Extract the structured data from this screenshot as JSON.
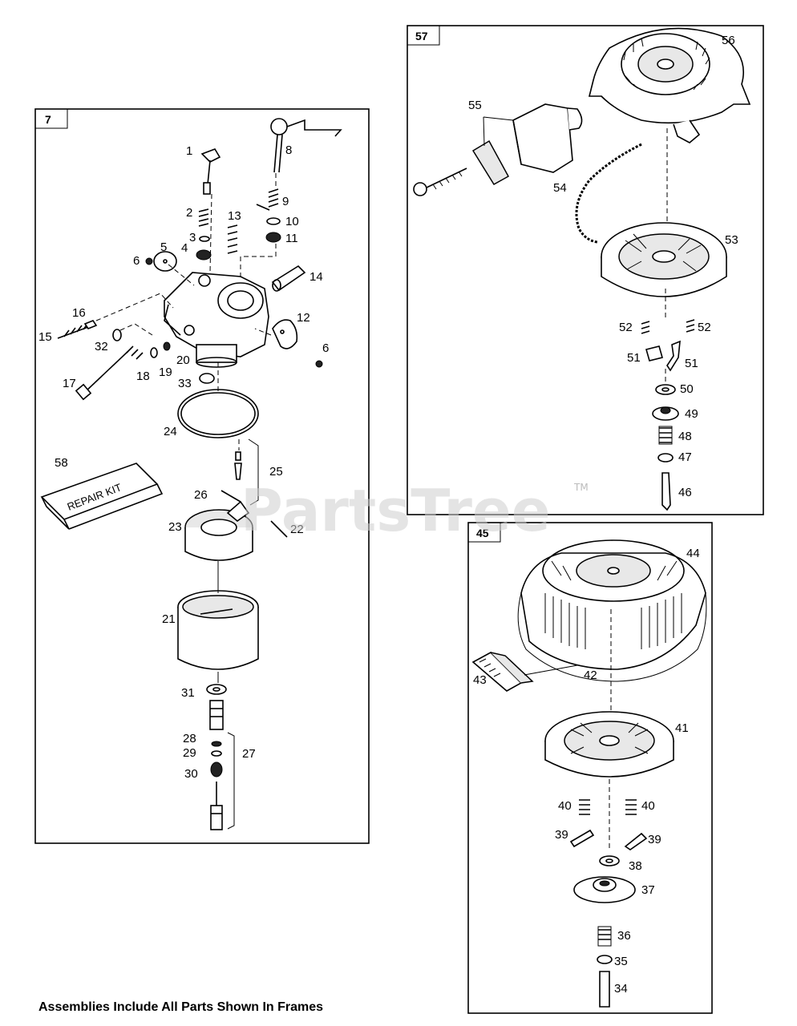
{
  "frames": {
    "carburetor": {
      "tag": "7"
    },
    "starter_upper": {
      "tag": "57"
    },
    "starter_lower": {
      "tag": "45"
    }
  },
  "repair_kit": {
    "number": "58",
    "label": "REPAIR KIT"
  },
  "callouts": {
    "n1": "1",
    "n2": "2",
    "n3": "3",
    "n4": "4",
    "n5": "5",
    "n6a": "6",
    "n6b": "6",
    "n8": "8",
    "n9": "9",
    "n10": "10",
    "n11": "11",
    "n12": "12",
    "n13": "13",
    "n14": "14",
    "n15": "15",
    "n16": "16",
    "n17": "17",
    "n18": "18",
    "n19": "19",
    "n20": "20",
    "n21": "21",
    "n22": "22",
    "n23": "23",
    "n24": "24",
    "n25": "25",
    "n26": "26",
    "n27": "27",
    "n28": "28",
    "n29": "29",
    "n30": "30",
    "n31": "31",
    "n32": "32",
    "n33": "33",
    "n34": "34",
    "n35": "35",
    "n36": "36",
    "n37": "37",
    "n38": "38",
    "n39a": "39",
    "n39b": "39",
    "n40a": "40",
    "n40b": "40",
    "n41": "41",
    "n42": "42",
    "n43": "43",
    "n44": "44",
    "n46": "46",
    "n47": "47",
    "n48": "48",
    "n49": "49",
    "n50": "50",
    "n51a": "51",
    "n51b": "51",
    "n52a": "52",
    "n52b": "52",
    "n53": "53",
    "n54": "54",
    "n55": "55",
    "n56": "56"
  },
  "watermark": {
    "text": "PartsTree",
    "tm": "TM"
  },
  "footer": {
    "note": "Assemblies Include All Parts Shown In Frames"
  }
}
